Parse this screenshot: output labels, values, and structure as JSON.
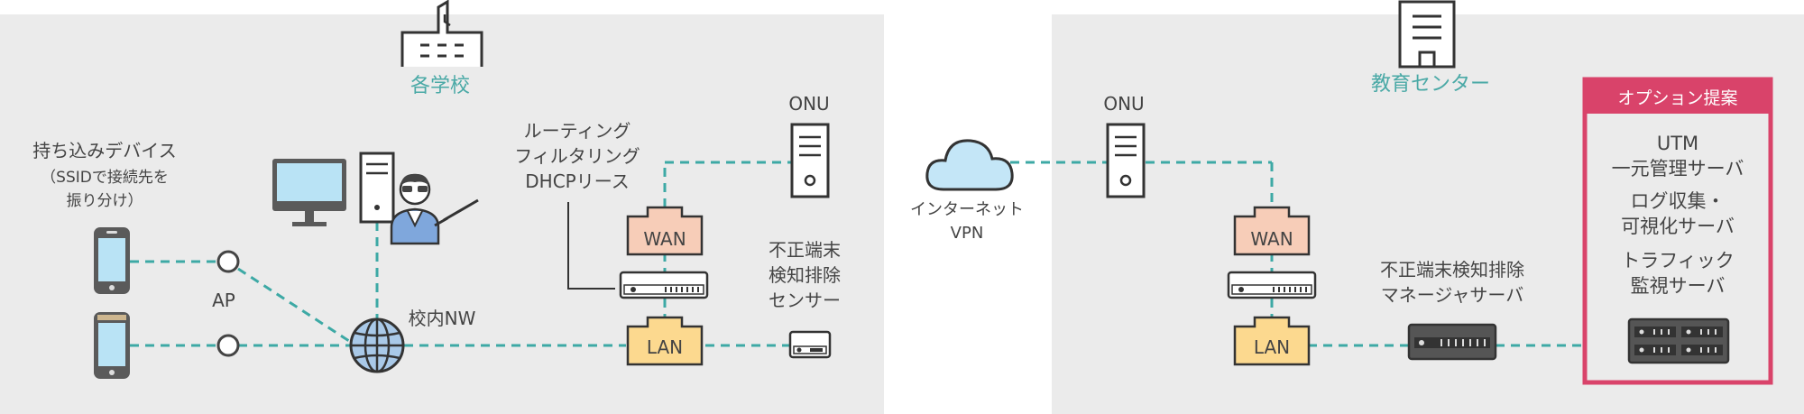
{
  "school": {
    "title": "各学校",
    "byod_label_1": "持ち込みデバイス",
    "byod_label_2": "（SSIDで接続先を",
    "byod_label_3": "振り分け）",
    "ap_label": "AP",
    "nw_label": "校内NW",
    "router_func_1": "ルーティング",
    "router_func_2": "フィルタリング",
    "router_func_3": "DHCPリース",
    "wan_label": "WAN",
    "lan_label": "LAN",
    "onu_label": "ONU",
    "sensor_label_1": "不正端末",
    "sensor_label_2": "検知排除",
    "sensor_label_3": "センサー"
  },
  "internet": {
    "label_1": "インターネット",
    "label_2": "VPN"
  },
  "center": {
    "title": "教育センター",
    "onu_label": "ONU",
    "wan_label": "WAN",
    "lan_label": "LAN",
    "manager_label_1": "不正端末検知排除",
    "manager_label_2": "マネージャサーバ"
  },
  "option": {
    "header": "オプション提案",
    "item1_line1": "UTM",
    "item1_line2": "一元管理サーバ",
    "item2_line1": "ログ収集・",
    "item2_line2": "可視化サーバ",
    "item3_line1": "トラフィック",
    "item3_line2": "監視サーバ"
  },
  "colors": {
    "panel": "#ebebeb",
    "accent_teal": "#4aa9a6",
    "option_red": "#d9436a",
    "wan_fill": "#f7cdb8",
    "lan_fill": "#fcd98f",
    "cloud_fill": "#c4e6f7",
    "screen_fill": "#b9e3f5"
  }
}
